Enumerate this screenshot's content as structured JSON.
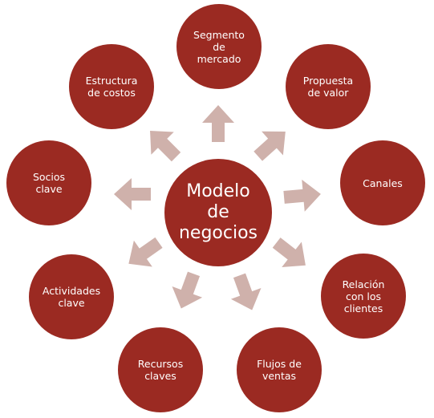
{
  "center": {
    "label": "Modelo\nde\nnegocios"
  },
  "blocks": [
    {
      "id": "segmento",
      "label": "Segmento\nde\nmercado"
    },
    {
      "id": "propuesta",
      "label": "Propuesta\nde valor"
    },
    {
      "id": "canales",
      "label": "Canales"
    },
    {
      "id": "relacion",
      "label": "Relación\ncon los\nclientes"
    },
    {
      "id": "flujos",
      "label": "Flujos de\nventas"
    },
    {
      "id": "recursos",
      "label": "Recursos\nclaves"
    },
    {
      "id": "actividades",
      "label": "Actividades\nclave"
    },
    {
      "id": "socios",
      "label": "Socios\nclave"
    },
    {
      "id": "estructura",
      "label": "Estructura\nde costos"
    }
  ],
  "colors": {
    "circle_fill": "#9b2a22",
    "arrow_fill": "#cfb1ab",
    "text": "#ffffff"
  }
}
